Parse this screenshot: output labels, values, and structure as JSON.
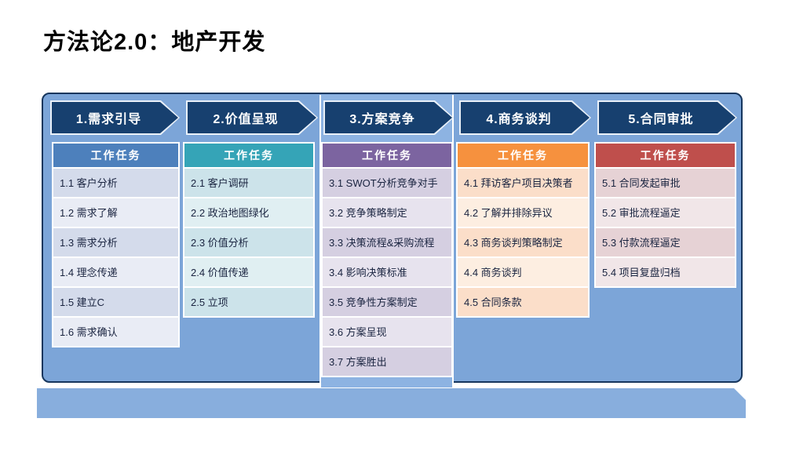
{
  "title": "方法论2.0：地产开发",
  "stages": [
    {
      "label": "1.需求引导",
      "header": "工作任务",
      "accent": "#4D80BC",
      "row_tints": [
        "#D4DBEB",
        "#E9ECF5"
      ],
      "highlighted": false,
      "tasks": [
        "1.1 客户分析",
        "1.2 需求了解",
        "1.3 需求分析",
        "1.4 理念传递",
        "1.5 建立C",
        "1.6 需求确认"
      ]
    },
    {
      "label": "2.价值呈现",
      "header": "工作任务",
      "accent": "#35A4B7",
      "row_tints": [
        "#CCE3EA",
        "#E0EFF2"
      ],
      "highlighted": false,
      "tasks": [
        "2.1 客户调研",
        "2.2 政治地图绿化",
        "2.3 价值分析",
        "2.4 价值传递",
        "2.5 立项"
      ]
    },
    {
      "label": "3.方案竞争",
      "header": "工作任务",
      "accent": "#7C64A0",
      "row_tints": [
        "#D5CFE1",
        "#E7E3EE"
      ],
      "highlighted": true,
      "tasks": [
        "3.1 SWOT分析竞争对手",
        "3.2 竞争策略制定",
        "3.3 决策流程&采购流程",
        "3.4 影响决策标准",
        "3.5 竞争性方案制定",
        "3.6 方案呈现",
        "3.7 方案胜出"
      ]
    },
    {
      "label": "4.商务谈判",
      "header": "工作任务",
      "accent": "#F6913E",
      "row_tints": [
        "#FBDEC9",
        "#FDEEE1"
      ],
      "highlighted": false,
      "tasks": [
        "4.1 拜访客户项目决策者",
        "4.2 了解并排除异议",
        "4.3 商务谈判策略制定",
        "4.4 商务谈判",
        "4.5 合同条款"
      ]
    },
    {
      "label": "5.合同审批",
      "header": "工作任务",
      "accent": "#BF4F4C",
      "row_tints": [
        "#E6D2D5",
        "#F1E6E8"
      ],
      "highlighted": false,
      "tasks": [
        "5.1 合同发起审批",
        "5.2 审批流程逼定",
        "5.3 付款流程逼定",
        "5.4 项目复盘归档"
      ]
    }
  ],
  "colors": {
    "board_fill": "#7CA5D8",
    "board_border": "#16365D",
    "highlight_band": "#8DB3E2",
    "arrow_fill": "#17406F",
    "arrow_outline": "#EAF1F9",
    "bottom_bar": "#88AEDD",
    "row_text": "#1A2440",
    "title_text": "#000000"
  }
}
